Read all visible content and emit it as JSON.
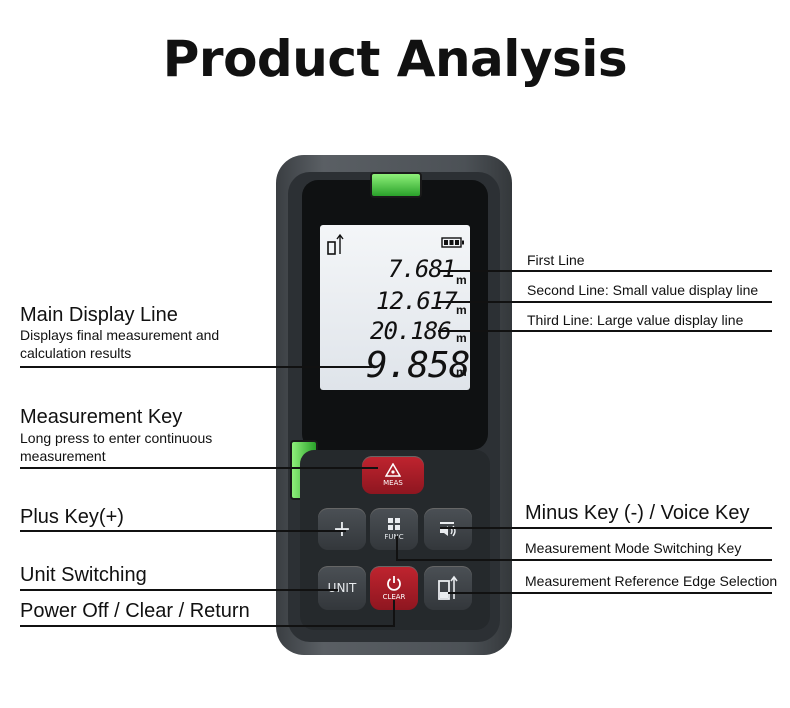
{
  "title": "Product Analysis",
  "device": {
    "readings": [
      {
        "value": "7.681",
        "unit": "m"
      },
      {
        "value": "12.617",
        "unit": "m"
      },
      {
        "value": "20.186",
        "unit": "m"
      },
      {
        "value": "9.858",
        "unit": "m"
      }
    ],
    "keys": {
      "meas": "MEAS",
      "plus": "+",
      "func": "FUNC",
      "unit": "UNIT",
      "clear": "CLEAR"
    }
  },
  "labels": {
    "first_line": "First Line",
    "second_line": "Second Line: Small value display line",
    "third_line": "Third Line: Large value display line",
    "main_display": "Main Display Line",
    "main_display_desc": "Displays final measurement and calculation results",
    "measurement_key": "Measurement Key",
    "measurement_key_desc": "Long press to enter continuous measurement",
    "plus_key": "Plus Key(+)",
    "minus_key": "Minus Key (-) / Voice Key",
    "mode_switch": "Measurement Mode Switching Key",
    "unit_switch": "Unit Switching",
    "reference_edge": "Measurement Reference Edge Selection",
    "power_off": "Power Off / Clear / Return"
  },
  "colors": {
    "accent_red": "#c0242f",
    "level_green": "#2aa12a",
    "device_gray": "#4c5156"
  },
  "icons": [
    "laser-icon",
    "power-icon",
    "speaker-icon",
    "reference-edge-icon",
    "function-grid-icon",
    "battery-icon",
    "reference-mode-icon"
  ]
}
